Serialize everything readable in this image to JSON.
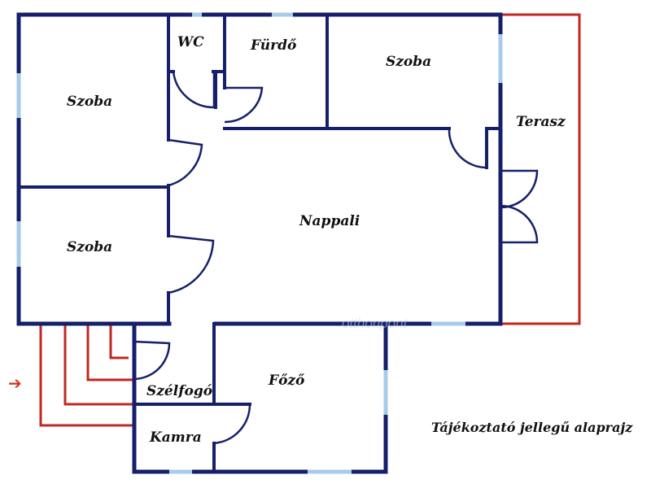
{
  "rooms": {
    "wc": "WC",
    "furdo": "Fürdő",
    "szoba_top_right": "Szoba",
    "szoba_top_left": "Szoba",
    "terasz": "Terasz",
    "nappali": "Nappali",
    "szoba_bottom_left": "Szoba",
    "szelfogo": "Szélfogó",
    "fozo": "Főző",
    "kamra": "Kamra"
  },
  "caption": "Tájékoztató jellegű alaprajz",
  "watermark": "otthonpont",
  "entry_arrow": "➔",
  "colors": {
    "wall": "#16206a",
    "window": "#a8cce8",
    "terrace_outline": "#c0281f",
    "entry_arrow": "#d23a1e"
  }
}
